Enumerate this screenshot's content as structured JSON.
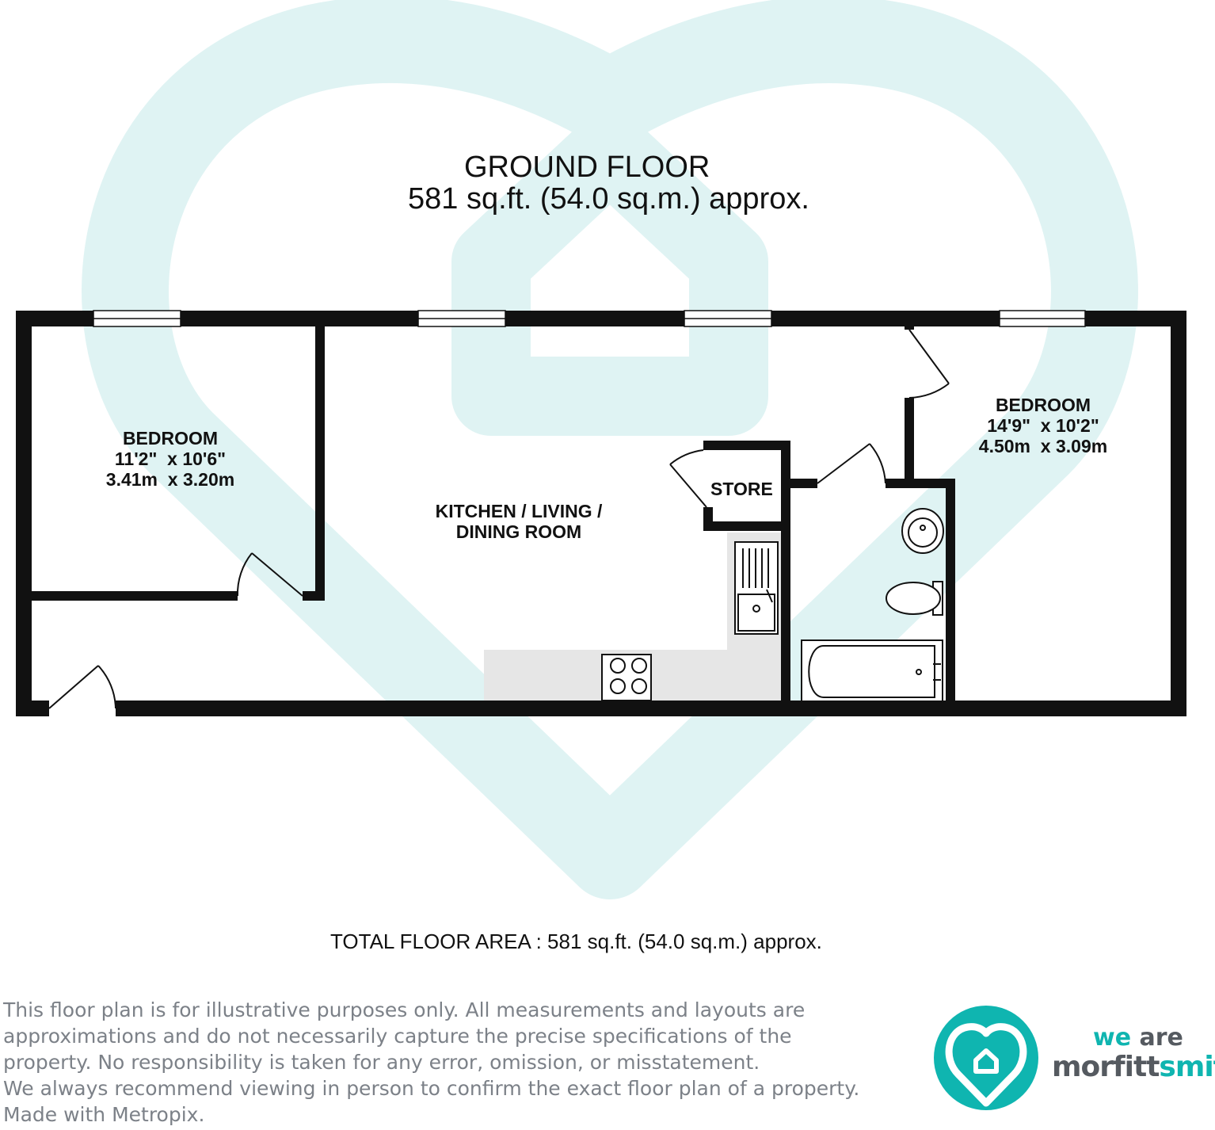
{
  "floor": {
    "title": "GROUND FLOOR",
    "area": "581 sq.ft. (54.0 sq.m.) approx."
  },
  "rooms": {
    "bedroom1": {
      "name": "BEDROOM",
      "imperial": "11'2\"  x 10'6\"",
      "metric": "3.41m  x 3.20m"
    },
    "kitchen": {
      "line1": "KITCHEN / LIVING /",
      "line2": "DINING ROOM"
    },
    "store": {
      "name": "STORE"
    },
    "bedroom2": {
      "name": "BEDROOM",
      "imperial": "14'9\"  x 10'2\"",
      "metric": "4.50m  x 3.09m"
    }
  },
  "total_floor_area": "TOTAL FLOOR AREA : 581 sq.ft. (54.0 sq.m.) approx.",
  "disclaimer": [
    "This floor plan is for illustrative purposes only. All measurements and layouts are",
    "approximations and do not necessarily capture the precise specifications of the",
    "property. No responsibility is taken for any error, omission, or misstatement.",
    "We always recommend viewing in person to confirm the exact floor plan of a property.",
    "Made with Metropix."
  ],
  "brand": {
    "we": "we",
    "are": "are",
    "name_part1": "morfitt",
    "name_part2": "smith",
    "accent_color": "#0fb5b0",
    "watermark_color": "#dff3f3",
    "icon": "heart-house-icon"
  }
}
